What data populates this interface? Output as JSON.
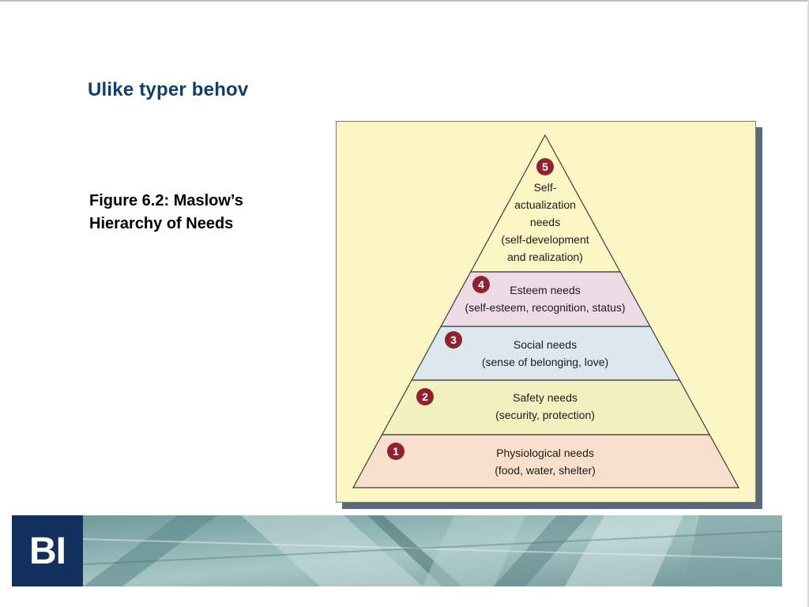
{
  "slide": {
    "title": "Ulike typer behov",
    "caption_line1": "Figure 6.2:  Maslow’s",
    "caption_line2": "Hierarchy of Needs"
  },
  "pyramid": {
    "levels": [
      {
        "number": "5",
        "title_lines": [
          "Self-",
          "actualization",
          "needs"
        ],
        "detail_lines": [
          "(self-development",
          "and realization)"
        ],
        "color": "#fcf6c4"
      },
      {
        "number": "4",
        "title_lines": [
          "Esteem needs"
        ],
        "detail_lines": [
          "(self-esteem, recognition, status)"
        ],
        "color": "#efdbe6"
      },
      {
        "number": "3",
        "title_lines": [
          "Social needs"
        ],
        "detail_lines": [
          "(sense of belonging, love)"
        ],
        "color": "#dde8ee"
      },
      {
        "number": "2",
        "title_lines": [
          "Safety needs"
        ],
        "detail_lines": [
          "(security, protection)"
        ],
        "color": "#f3f1c0"
      },
      {
        "number": "1",
        "title_lines": [
          "Physiological needs"
        ],
        "detail_lines": [
          "(food, water, shelter)"
        ],
        "color": "#f7dfcb"
      }
    ],
    "badge_color": "#8f2230",
    "panel_color": "#fcf6c4"
  },
  "footer": {
    "logo_text": "BI",
    "logo_color": "#12305e"
  }
}
